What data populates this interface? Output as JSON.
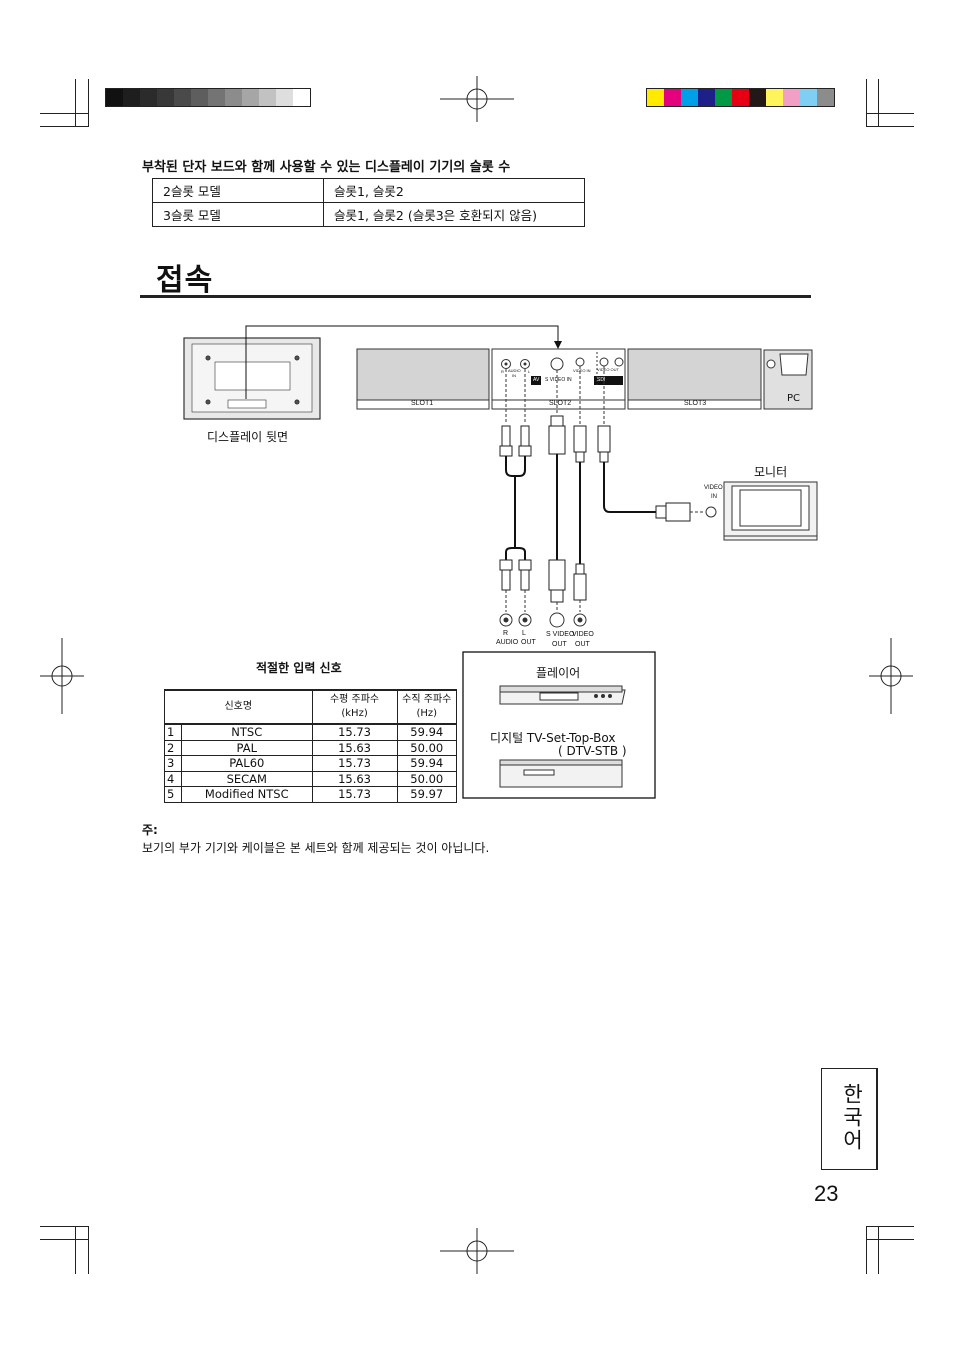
{
  "slot_section": {
    "caption": "부착된 단자 보드와 함께 사용할 수 있는 디스플레이 기기의 슬롯 수",
    "rows": [
      {
        "model": "2슬롯 모델",
        "slots": "슬롯1, 슬롯2"
      },
      {
        "model": "3슬롯 모델",
        "slots": "슬롯1, 슬롯2 (슬롯3은 호환되지 않음)"
      }
    ]
  },
  "heading": "접속",
  "diagram": {
    "display_rear_label": "디스플레이 뒷면",
    "slot1": "SLOT1",
    "slot2": "SLOT2",
    "slot3": "SLOT3",
    "pc": "PC",
    "panel_audio": "AUDIO",
    "panel_in": "IN",
    "panel_r": "R",
    "panel_l": "L",
    "panel_av": "AV",
    "panel_svideo_in": "S VIDEO IN",
    "panel_video_in": "VIDEO IN",
    "panel_video_out": "VIDEO OUT",
    "panel_sdi": "SDI",
    "monitor_label": "모니터",
    "monitor_video": "VIDEO",
    "monitor_in": "IN",
    "player_r": "R",
    "player_l": "L",
    "player_audio": "AUDIO",
    "player_out": "OUT",
    "player_svideo": "S VIDEO",
    "player_svideo_out": "OUT",
    "player_video": "VIDEO",
    "player_video_out": "OUT",
    "player_label": "플레이어",
    "stb_label_1": "디지털 TV-Set-Top-Box",
    "stb_label_2": "( DTV-STB )"
  },
  "signals": {
    "caption": "적절한 입력 신호",
    "headers": {
      "name": "신호명",
      "h_freq": "수평 주파수",
      "h_unit": "(kHz)",
      "v_freq": "수직 주파수",
      "v_unit": "(Hz)"
    },
    "rows": [
      {
        "no": "1",
        "name": "NTSC",
        "h": "15.73",
        "v": "59.94"
      },
      {
        "no": "2",
        "name": "PAL",
        "h": "15.63",
        "v": "50.00"
      },
      {
        "no": "3",
        "name": "PAL60",
        "h": "15.73",
        "v": "59.94"
      },
      {
        "no": "4",
        "name": "SECAM",
        "h": "15.63",
        "v": "50.00"
      },
      {
        "no": "5",
        "name": "Modified NTSC",
        "h": "15.73",
        "v": "59.97"
      }
    ]
  },
  "note": {
    "label": "주:",
    "text": "보기의 부가 기기와 케이블은 본 세트와 함께 제공되는 것이 아닙니다."
  },
  "language_tab": "한국어",
  "page_number": "23",
  "colors": {
    "gray_bar": [
      "#111111",
      "#1e1e1e",
      "#2b2b2b",
      "#383838",
      "#4a4a4a",
      "#5e5e5e",
      "#747474",
      "#8c8c8c",
      "#a6a6a6",
      "#c2c2c2",
      "#dedede",
      "#ffffff"
    ],
    "color_bar": [
      "#ffea00",
      "#e5007e",
      "#00a0e9",
      "#1d2088",
      "#009944",
      "#e60012",
      "#231815",
      "#fff45c",
      "#f29fc5",
      "#7fcef4",
      "#8c8c8c"
    ]
  }
}
